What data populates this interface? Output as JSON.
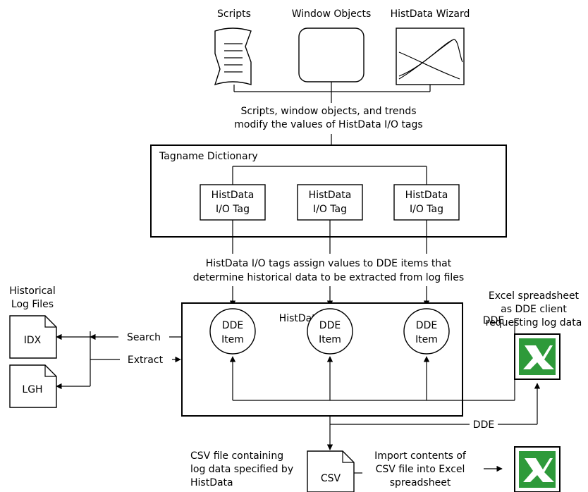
{
  "top_sources": {
    "scripts": "Scripts",
    "window_objects": "Window Objects",
    "histdata_wizard": "HistData Wizard"
  },
  "caption_top": {
    "line1": "Scripts, window objects, and trends",
    "line2": "modify the values of HistData I/O tags"
  },
  "tagname_dictionary": {
    "title": "Tagname Dictionary",
    "tags": [
      {
        "line1": "HistData",
        "line2": "I/O Tag"
      },
      {
        "line1": "HistData",
        "line2": "I/O Tag"
      },
      {
        "line1": "HistData",
        "line2": "I/O Tag"
      }
    ]
  },
  "caption_mid": {
    "line1": "HistData I/O tags assign values to DDE items that",
    "line2": "determine historical data to be extracted from log files"
  },
  "histdata_box": {
    "title": "HistData",
    "items": [
      {
        "line1": "DDE",
        "line2": "Item"
      },
      {
        "line1": "DDE",
        "line2": "Item"
      },
      {
        "line1": "DDE",
        "line2": "Item"
      }
    ]
  },
  "log_files": {
    "title_line1": "Historical",
    "title_line2": "Log Files",
    "idx": "IDX",
    "lgh": "LGH",
    "search": "Search",
    "extract": "Extract"
  },
  "excel_client": {
    "line1": "Excel spreadsheet",
    "line2": "as DDE client",
    "line3": "requesting log data",
    "dde_upper": "DDE",
    "dde_lower": "DDE"
  },
  "csv": {
    "label": "CSV",
    "left_line1": "CSV file containing",
    "left_line2": "log data specified by",
    "left_line3": "HistData",
    "right_line1": "Import contents of",
    "right_line2": "CSV file into Excel",
    "right_line3": "spreadsheet"
  },
  "colors": {
    "excel_green": "#2e9a3a",
    "excel_dark": "#0b5e1e"
  }
}
